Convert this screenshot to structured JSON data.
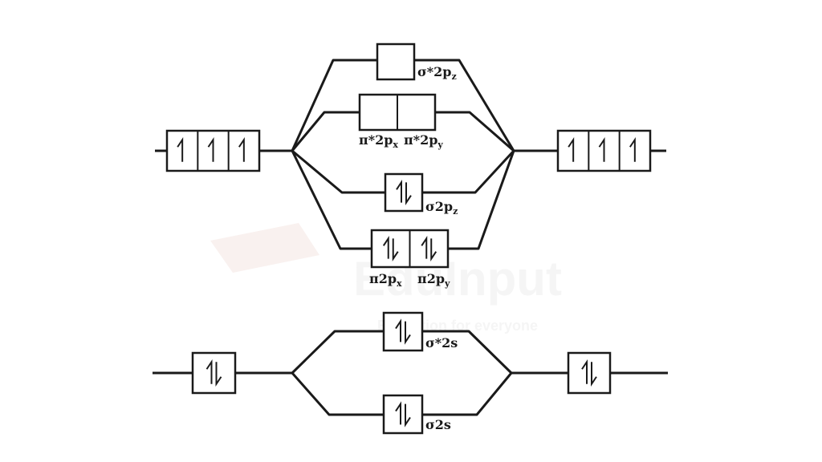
{
  "diagram": {
    "watermark": {
      "name": "EduInput",
      "tagline": "Education for everyone"
    },
    "labels": {
      "sigma_star_2pz": {
        "base": "σ*2p",
        "sub": "z"
      },
      "pi_star_2px": {
        "base": "π*2p",
        "sub": "x"
      },
      "pi_star_2py": {
        "base": "π*2p",
        "sub": "y"
      },
      "sigma_2pz": {
        "base": "σ2p",
        "sub": "z"
      },
      "pi_2px": {
        "base": "π2p",
        "sub": "x"
      },
      "pi_2py": {
        "base": "π2p",
        "sub": "y"
      },
      "sigma_star_2s": "σ*2s",
      "sigma_2s": "σ2s"
    },
    "orbitals": {
      "left_2p": [
        "up",
        "up",
        "up"
      ],
      "right_2p": [
        "up",
        "up",
        "up"
      ],
      "sigma_star_2pz": [
        "empty"
      ],
      "pi_star_2p": [
        "empty",
        "empty"
      ],
      "sigma_2pz": [
        "pair"
      ],
      "pi_2p": [
        "pair",
        "pair"
      ],
      "left_2s": [
        "pair"
      ],
      "right_2s": [
        "pair"
      ],
      "sigma_star_2s": [
        "pair"
      ],
      "sigma_2s": [
        "pair"
      ]
    }
  }
}
